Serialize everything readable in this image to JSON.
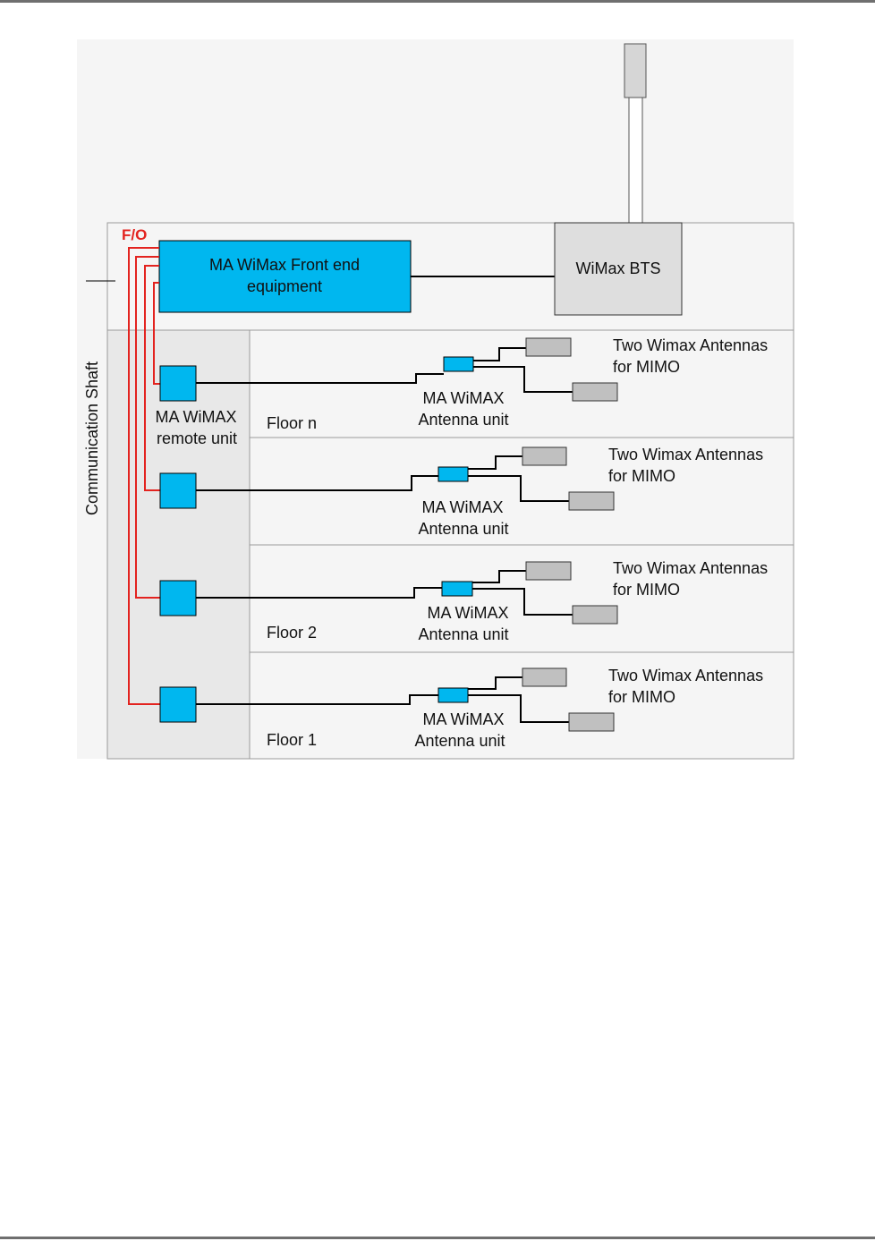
{
  "diagram": {
    "fo_label": "F/O",
    "front_end_label_line1": "MA WiMax Front end",
    "front_end_label_line2": "equipment",
    "bts_label": "WiMax BTS",
    "shaft_label": "Communication Shaft",
    "remote_unit_label_line1": "MA WiMAX",
    "remote_unit_label_line2": "remote unit",
    "floors": [
      {
        "floor_label": "Floor n",
        "antenna_unit_line1": "MA WiMAX",
        "antenna_unit_line2": "Antenna unit",
        "antennas_line1": "Two Wimax Antennas",
        "antennas_line2": "for MIMO"
      },
      {
        "floor_label": "",
        "antenna_unit_line1": "MA WiMAX",
        "antenna_unit_line2": "Antenna unit",
        "antennas_line1": "Two Wimax Antennas",
        "antennas_line2": "for MIMO"
      },
      {
        "floor_label": "Floor 2",
        "antenna_unit_line1": "MA WiMAX",
        "antenna_unit_line2": "Antenna unit",
        "antennas_line1": "Two Wimax Antennas",
        "antennas_line2": "for MIMO"
      },
      {
        "floor_label": "Floor 1",
        "antenna_unit_line1": "MA WiMAX",
        "antenna_unit_line2": "Antenna unit",
        "antennas_line1": "Two Wimax Antennas",
        "antennas_line2": "for MIMO"
      }
    ],
    "colors": {
      "equipment_fill": "#00b7ef",
      "fiber": "#e3231f",
      "antenna_fill": "#c0c0c0",
      "shaft_fill": "#e8e8e8",
      "panel_fill": "#f5f5f5",
      "cable": "#000000"
    }
  }
}
